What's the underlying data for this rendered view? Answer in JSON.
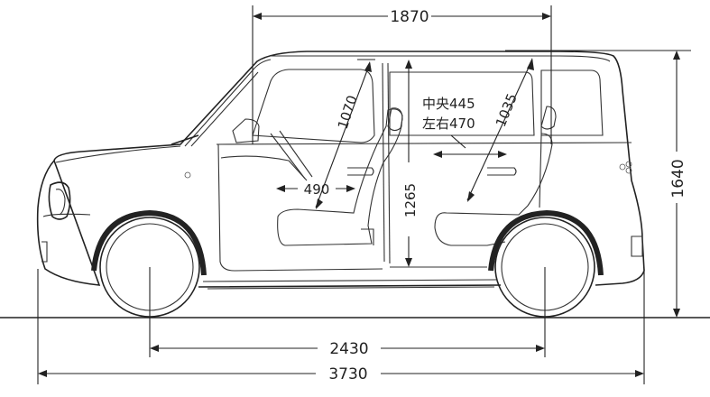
{
  "dimensions": {
    "overall_height": "1870",
    "wheelbase": "2430",
    "overall_length": "3730",
    "vehicle_height": "1640",
    "front_headroom": "1070",
    "rear_headroom": "1035",
    "interior_height": "1265",
    "front_legroom": "490",
    "rear_center_label": "中央445",
    "rear_side_label": "左右470"
  },
  "colors": {
    "line": "#222222",
    "background": "#ffffff"
  }
}
